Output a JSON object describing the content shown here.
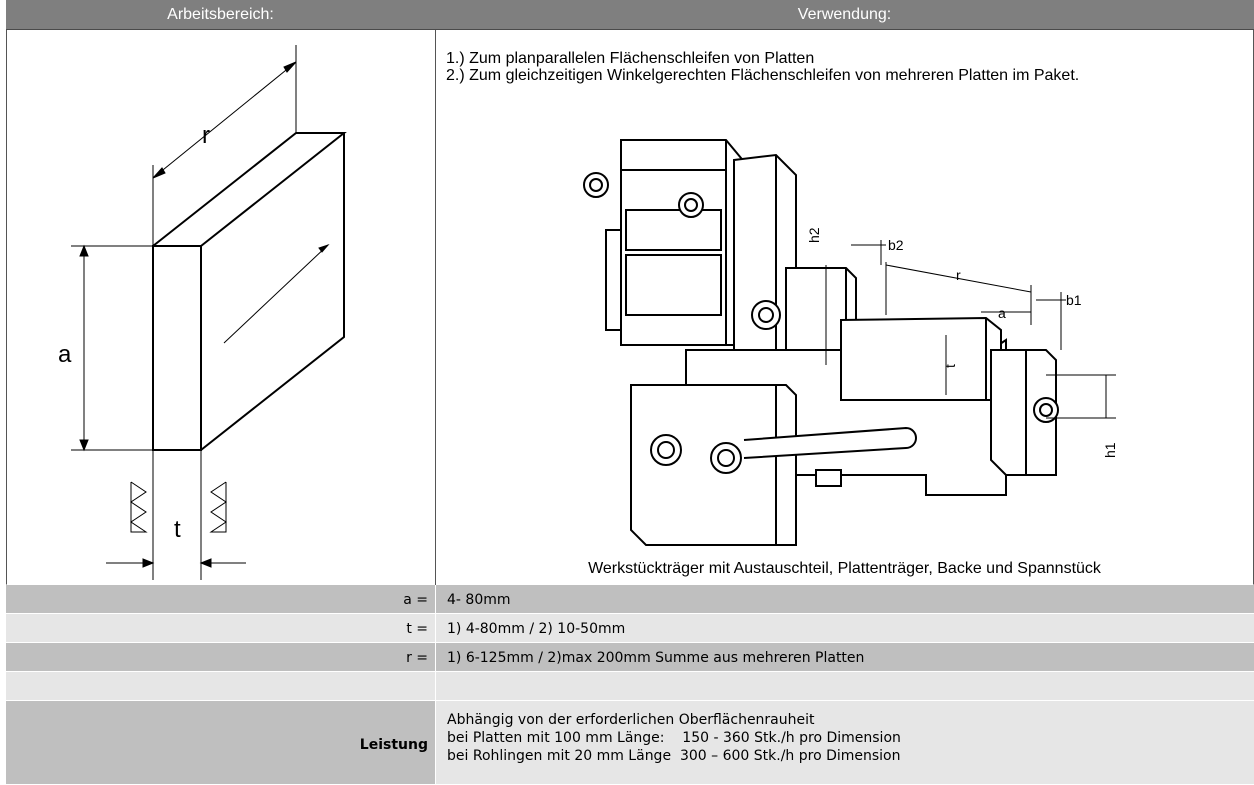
{
  "header": {
    "col1": "Arbeitsbereich:",
    "col2": "Verwendung:"
  },
  "usage": {
    "line1": "1.) Zum planparallelen Flächenschleifen von Platten",
    "line2": "2.)   Zum gleichzeitigen Winkelgerechten Flächenschleifen von mehreren Platten im Paket."
  },
  "drawing_left": {
    "label_r": "r",
    "label_a": "a",
    "label_t": "t"
  },
  "drawing_right": {
    "label_h2": "h2",
    "label_b2": "b2",
    "label_r": "r",
    "label_a": "a",
    "label_b1": "b1",
    "label_t": "t",
    "label_h1": "h1"
  },
  "caption": "Werkstückträger mit Austauschteil, Plattenträger, Backe und Spannstück",
  "specs": [
    {
      "label": "a =",
      "value": "4- 80mm"
    },
    {
      "label": "t =",
      "value": "1) 4-80mm / 2) 10-50mm"
    },
    {
      "label": "r =",
      "value": "1) 6-125mm / 2)max 200mm Summe aus mehreren Platten"
    },
    {
      "label": "",
      "value": ""
    }
  ],
  "performance": {
    "label": "Leistung",
    "line1": "Abhängig von der erforderlichen Oberflächenrauheit",
    "line2": "bei Platten mit 100 mm Länge:    150 - 360 Stk./h pro Dimension",
    "line3": "bei Rohlingen mit 20 mm Länge  300 – 600 Stk./h pro Dimension"
  }
}
